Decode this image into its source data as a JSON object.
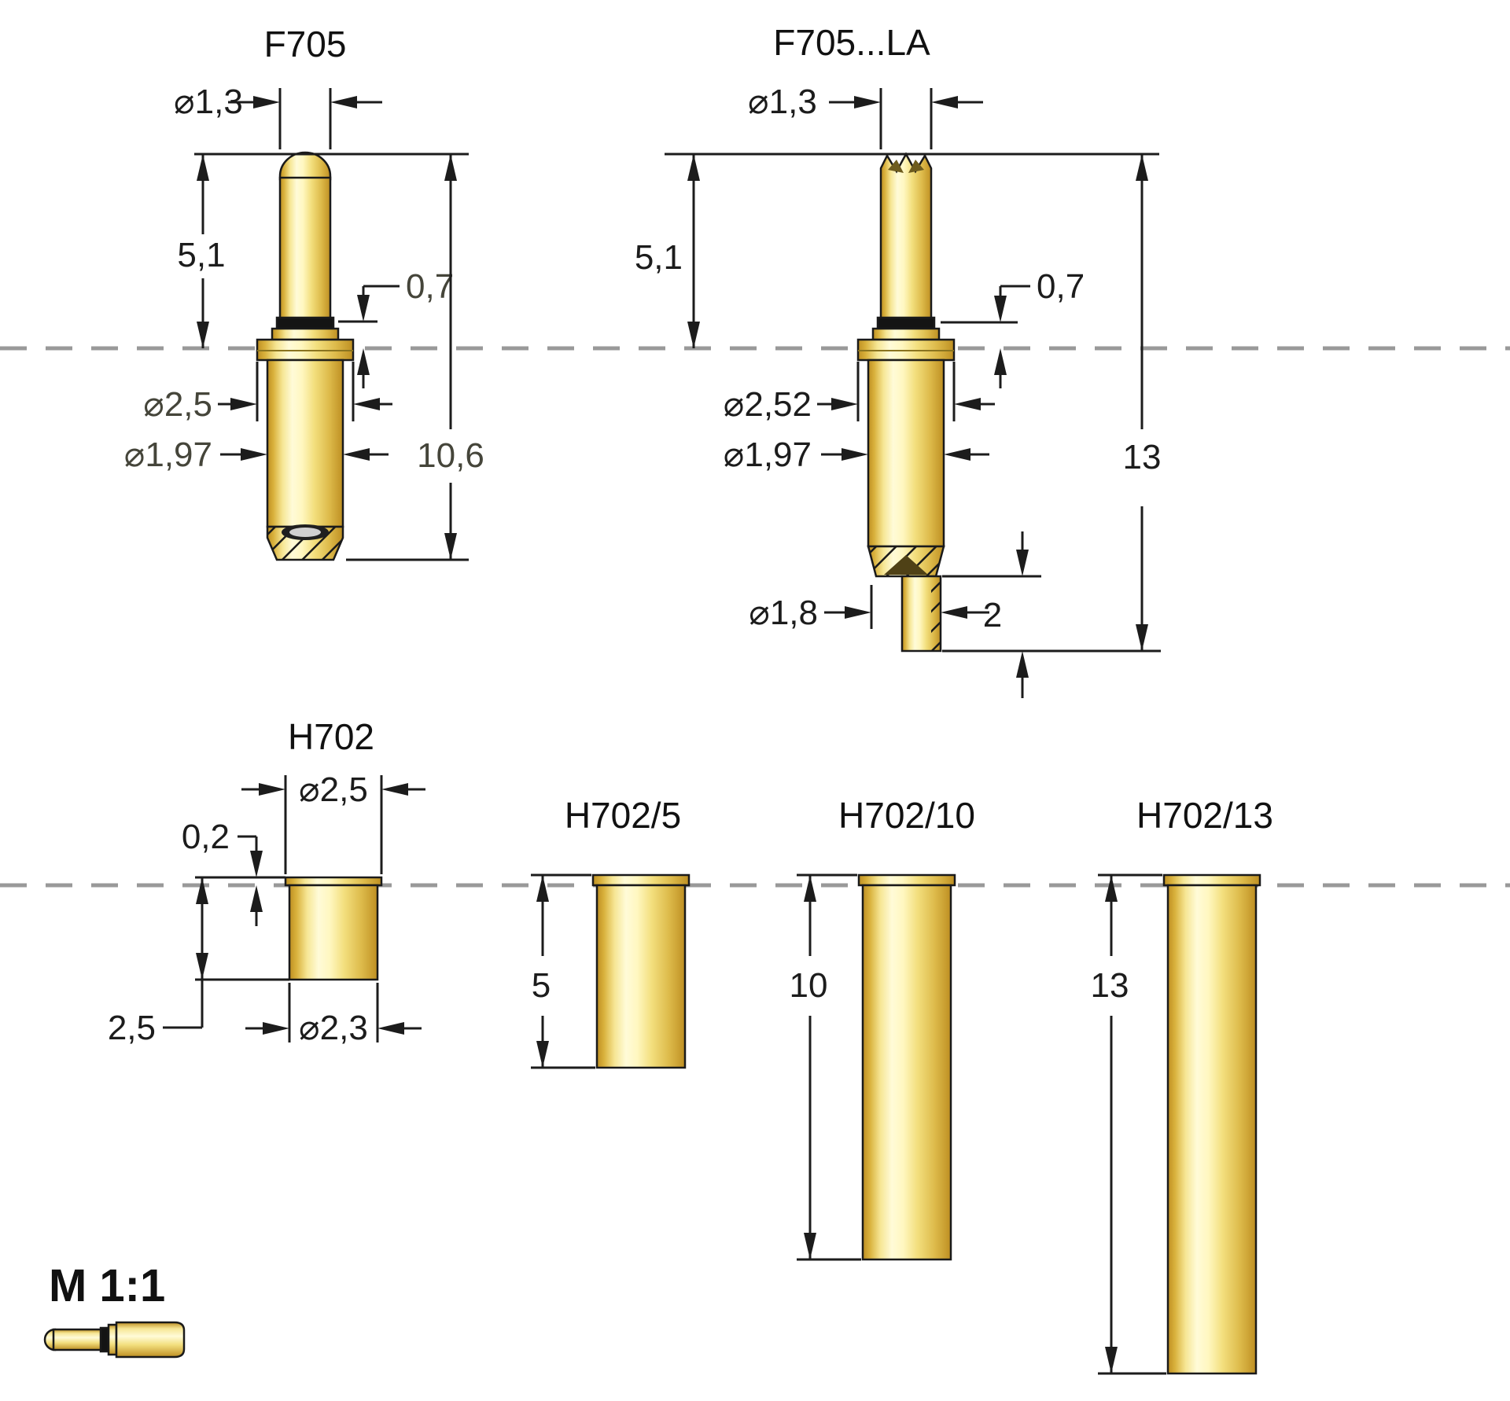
{
  "diagram": {
    "kind": "spring-test-probe technical drawing",
    "scale_label": "M 1:1",
    "colors": {
      "gold_dark": "#BE8F22",
      "gold_mid": "#F3DF7E",
      "gold_light": "#FFFBD8",
      "outline": "#1a1a1a",
      "dashed_plane": "#999999",
      "background": "#ffffff"
    },
    "parts": {
      "f705": {
        "title": "F705",
        "tip_diameter": "⌀1,3",
        "exposed_length": "5,1",
        "collar_height": "0,7",
        "flange_diameter": "⌀2,5",
        "barrel_diameter": "⌀1,97",
        "overall_length": "10,6"
      },
      "f705_la": {
        "title": "F705...LA",
        "tip_diameter": "⌀1,3",
        "exposed_length": "5,1",
        "collar_height": "0,7",
        "flange_diameter": "⌀2,52",
        "barrel_diameter": "⌀1,97",
        "overall_length": "13",
        "tail_diameter": "⌀1,8",
        "tail_length": "2"
      },
      "h702": {
        "title": "H702",
        "outer_diameter": "⌀2,5",
        "rim_height": "0,2",
        "length": "2,5",
        "body_diameter": "⌀2,3"
      },
      "h702_5": {
        "title": "H702/5",
        "length": "5"
      },
      "h702_10": {
        "title": "H702/10",
        "length": "10"
      },
      "h702_13": {
        "title": "H702/13",
        "length": "13"
      }
    }
  }
}
